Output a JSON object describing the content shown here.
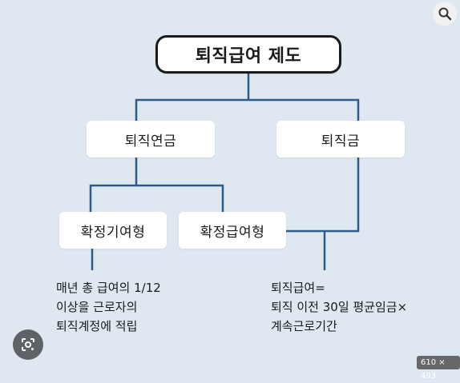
{
  "diagram": {
    "root": "퇴직급여 제도",
    "pension": "퇴직연금",
    "lump_sum": "퇴직금",
    "defined_benefit": "확정기여형",
    "defined_contribution": "확정급여형",
    "note_db": "매년 총 급여의 1/12\n이상을 근로자의\n퇴직계정에 적립",
    "note_lump": "퇴직급여=\n퇴직 이전 30일 평균임금×\n계속근로기간"
  },
  "overlay": {
    "dimensions": "610 × 493",
    "search_icon": "search-icon",
    "lens_icon": "lens-icon"
  },
  "colors": {
    "background": "#dfe8f0",
    "connector": "#2e5a8a",
    "box": "#ffffff"
  }
}
